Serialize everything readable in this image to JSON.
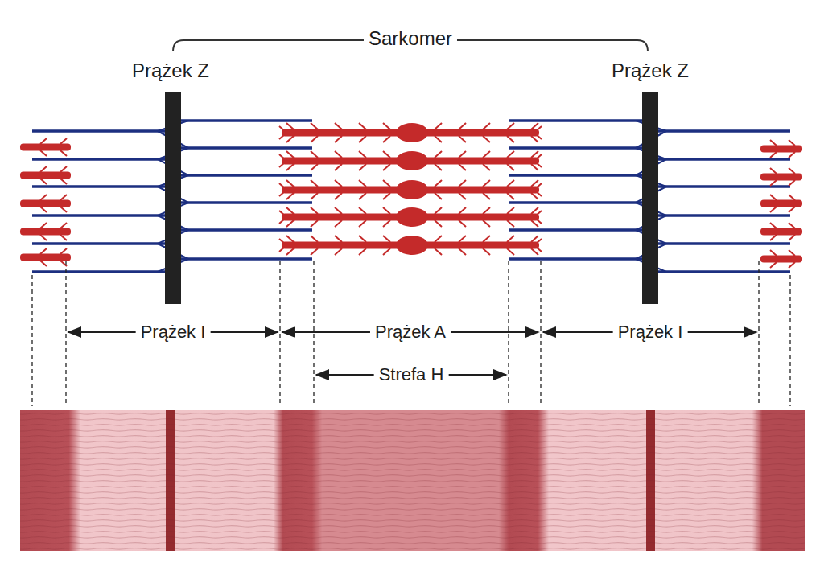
{
  "diagram": {
    "labels": [
      "Sarkomer",
      "Prążek Z",
      "Prążek Z",
      "Prążek I",
      "Prążek A",
      "Prążek I",
      "Strefa H"
    ]
  }
}
